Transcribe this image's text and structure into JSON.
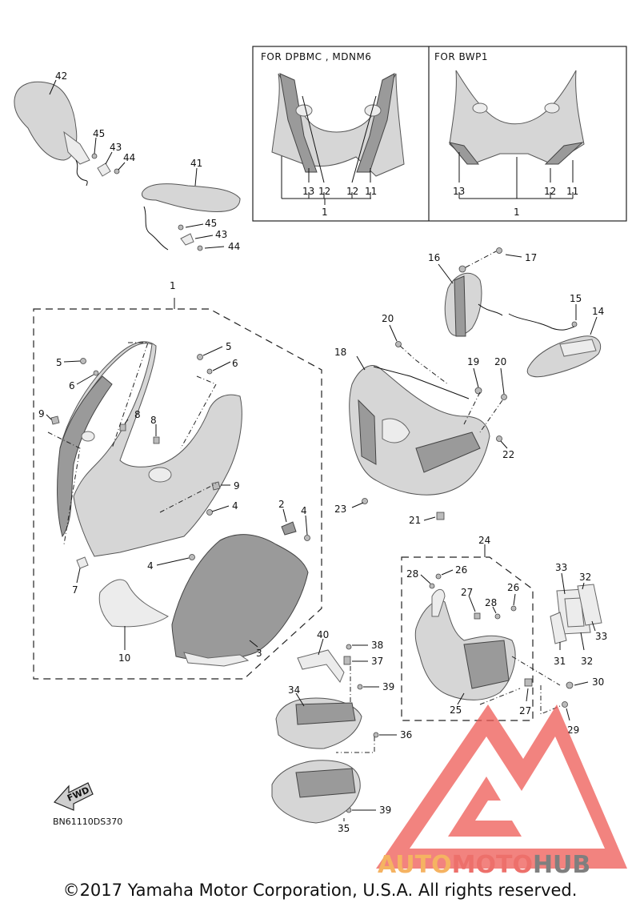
{
  "inset_left_title": "FOR DPBMC , MDNM6",
  "inset_right_title": "FOR BWP1",
  "inset_left_labels": [
    "13",
    "12",
    "12",
    "11",
    "1"
  ],
  "inset_right_labels": [
    "13",
    "12",
    "11",
    "1"
  ],
  "callouts": {
    "c1": "1",
    "c2": "2",
    "c3": "3",
    "c4a": "4",
    "c4b": "4",
    "c4c": "4",
    "c5a": "5",
    "c5b": "5",
    "c6a": "6",
    "c6b": "6",
    "c7": "7",
    "c8a": "8",
    "c8b": "8",
    "c9a": "9",
    "c9b": "9",
    "c10": "10",
    "c14": "14",
    "c15": "15",
    "c16": "16",
    "c17": "17",
    "c18": "18",
    "c19": "19",
    "c20a": "20",
    "c20b": "20",
    "c21": "21",
    "c22": "22",
    "c23": "23",
    "c24": "24",
    "c25": "25",
    "c26a": "26",
    "c26b": "26",
    "c27a": "27",
    "c27b": "27",
    "c28a": "28",
    "c28b": "28",
    "c29": "29",
    "c30": "30",
    "c31": "31",
    "c32a": "32",
    "c32b": "32",
    "c33a": "33",
    "c33b": "33",
    "c34": "34",
    "c35": "35",
    "c36": "36",
    "c37": "37",
    "c38": "38",
    "c39a": "39",
    "c39b": "39",
    "c40": "40",
    "c41": "41",
    "c42": "42",
    "c43a": "43",
    "c43b": "43",
    "c44a": "44",
    "c44b": "44",
    "c45a": "45",
    "c45b": "45"
  },
  "fwd_label": "FWD",
  "diagram_code": "BN61110DS370",
  "watermark": {
    "part1": "AUTO",
    "part2": "MOTO",
    "part3": "HUB",
    "color_red": "#e8413a",
    "color_orange": "#f29a2e",
    "color_gray": "#555555"
  },
  "copyright": "©2017 Yamaha Motor Corporation, U.S.A. All rights reserved."
}
